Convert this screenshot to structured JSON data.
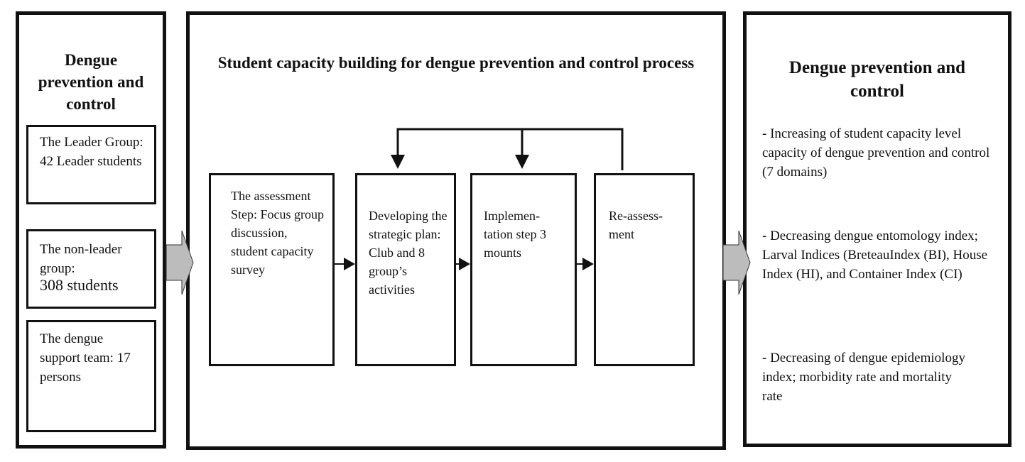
{
  "left_panel": {
    "title": "Dengue prevention and control",
    "groups": [
      {
        "line1": "The Leader Group: 42 Leader students",
        "line2": ""
      },
      {
        "line1": "The non-leader group:",
        "line2": "308 students"
      },
      {
        "line1": "The dengue support team: 17 persons",
        "line2": ""
      }
    ]
  },
  "center_panel": {
    "title": "Student capacity building for dengue prevention and control process",
    "steps": [
      {
        "label": "The assessment Step: Focus group discussion, student capacity survey"
      },
      {
        "label": "Developing the strategic plan: Club and 8 group’s activities"
      },
      {
        "label": "Implemen-tation step 3 mounts"
      },
      {
        "label": "Re-assess-ment"
      }
    ]
  },
  "right_panel": {
    "title": "Dengue prevention and control",
    "outcomes": [
      {
        "text": "- Increasing of student capacity level capacity of dengue prevention and control",
        "sub": "(7 domains)"
      },
      {
        "text": "- Decreasing dengue entomology index; Larval Indices (BreteauIndex (BI), House Index (HI), and Container Index (CI)",
        "sub": ""
      },
      {
        "text": "- Decreasing of dengue epidemiology index; morbidity rate and mortality rate",
        "sub": ""
      }
    ]
  }
}
